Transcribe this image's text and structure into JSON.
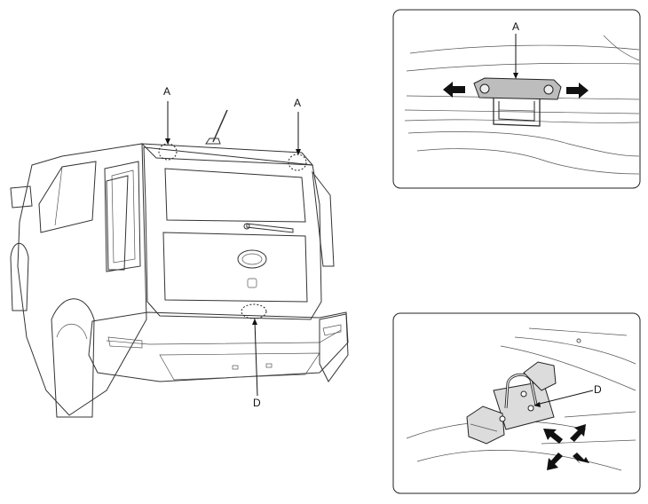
{
  "main_view": {
    "callouts": [
      {
        "label": "A"
      },
      {
        "label": "A"
      },
      {
        "label": "D"
      }
    ]
  },
  "detail_hinge": {
    "callout": {
      "label": "A"
    },
    "arrows": [
      "arrow-left-icon",
      "arrow-right-icon"
    ]
  },
  "detail_latch": {
    "callout": {
      "label": "D"
    },
    "arrows": [
      "arrow-up-left-icon",
      "arrow-up-right-icon",
      "arrow-down-left-icon",
      "arrow-down-right-icon"
    ]
  },
  "colors": {
    "line": "#333333",
    "glass": "#dcdcdc",
    "highlight": "#bdbdbd",
    "border": "#222222"
  }
}
